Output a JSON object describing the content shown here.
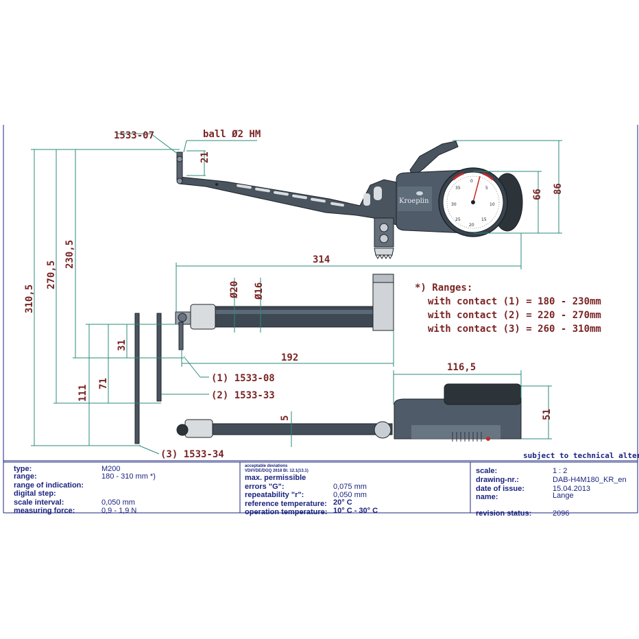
{
  "labels": {
    "part_1533_07": "1533-07",
    "ball": "ball Ø2 HM",
    "dim_21": "21",
    "dim_86": "86",
    "dim_66": "66",
    "dim_310_5": "310,5",
    "dim_270_5": "270,5",
    "dim_230_5": "230,5",
    "dim_314": "314",
    "dim_d20": "Ø20",
    "dim_d16": "Ø16",
    "dim_31": "31",
    "dim_71": "71",
    "dim_111": "111",
    "dim_192": "192",
    "dim_116_5": "116,5",
    "dim_51": "51",
    "dim_5": "5",
    "part_1533_08": "(1) 1533-08",
    "part_1533_33": "(2) 1533-33",
    "part_1533_34": "(3) 1533-34",
    "brand": "Kroeplin"
  },
  "ranges": {
    "title": "*) Ranges:",
    "line1": "with contact (1)  =  180 - 230mm",
    "line2": "with contact (2)  =  220 - 270mm",
    "line3": "with contact (3)  =  260 - 310mm"
  },
  "subject_note": "subject to technical alterations",
  "title_block": {
    "col1": [
      {
        "label": "type:",
        "value": "M200"
      },
      {
        "label": "range:",
        "value": "180 - 310 mm  *)"
      },
      {
        "label": "range of indication:",
        "value": ""
      },
      {
        "label": "digital step:",
        "value": ""
      },
      {
        "label": "scale interval:",
        "value": "0,050 mm"
      },
      {
        "label": "measuring force:",
        "value": "0,9 - 1,9 N"
      }
    ],
    "col2_header1": "acceptable deviations",
    "col2_header2": "VDI/VDE/DGQ 2618 Bl. 12.1(13.1)",
    "col2_header3": "max. permissible",
    "col2": [
      {
        "label": "errors \"G\":",
        "value": "0,075 mm"
      },
      {
        "label": "repeatability \"r\":",
        "value": "0,050 mm"
      },
      {
        "label": "reference temperature:",
        "value": "20° C"
      },
      {
        "label": "operation temperature:",
        "value": "10° C - 30° C"
      }
    ],
    "col3": [
      {
        "label": "scale:",
        "value": "1 : 2"
      },
      {
        "label": "drawing-nr.:",
        "value": "DAB-H4M180_KR_en"
      },
      {
        "label": "date of issue:",
        "value": "15.04.2013"
      },
      {
        "label": "name:",
        "value": "Lange"
      },
      {
        "label": "revision status:",
        "value": "2096"
      }
    ]
  },
  "colors": {
    "dimension_text": "#7a2424",
    "dimension_line": "#2a8a7a",
    "title_block": "#1a237e",
    "body_dark": "#3c4550",
    "body_light": "#6a7886"
  }
}
